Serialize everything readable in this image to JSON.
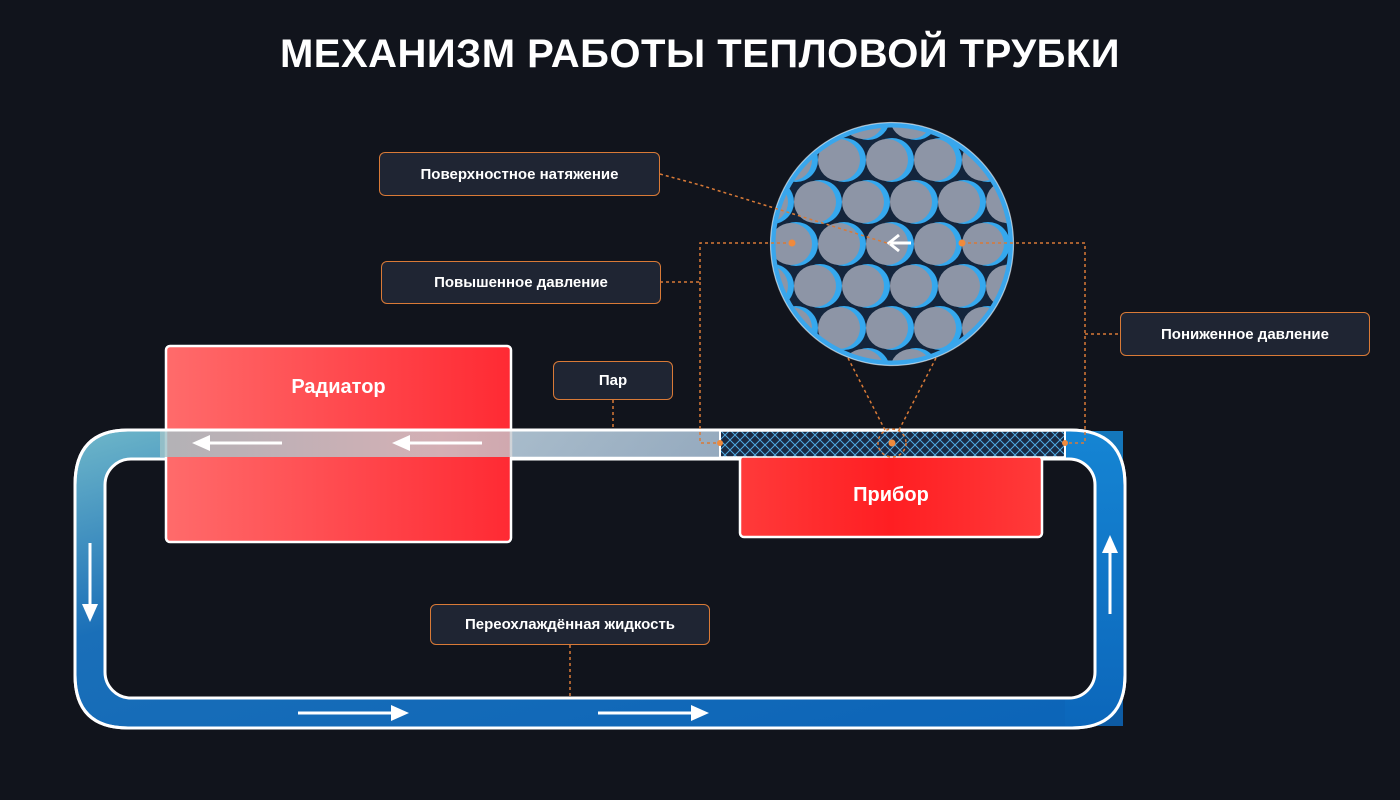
{
  "title": "МЕХАНИЗМ РАБОТЫ ТЕПЛОВОЙ ТРУБКИ",
  "blocks": {
    "radiator": "Радиатор",
    "device": "Прибор"
  },
  "labels": {
    "surface_tension": "Поверхностное натяжение",
    "high_pressure": "Повышенное давление",
    "low_pressure": "Пониженное давление",
    "vapor": "Пар",
    "subcooled_liquid": "Переохлаждённая жидкость"
  },
  "colors": {
    "background": "#11141c",
    "label_border": "#d97a37",
    "label_fill": "#1f2533",
    "leader_line": "#d97a37",
    "heat_red": "#ff2a2a",
    "liquid_blue": "#1a7fd0",
    "vapor_gray": "#b7bcc4",
    "wick_blue": "#35a8ee"
  },
  "icons": [
    "arrow-left-icon",
    "arrow-right-icon",
    "arrow-up-icon",
    "arrow-down-icon"
  ]
}
